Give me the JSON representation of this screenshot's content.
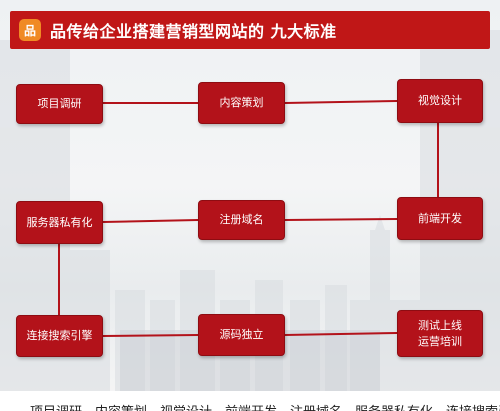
{
  "header": {
    "logo_text": "品",
    "title": "品传给企业搭建营销型网站的 九大标准"
  },
  "colors": {
    "header_bg": "#c01717",
    "node_bg": "#b3121a",
    "connector": "#b3121a",
    "logo_bg": "#f08a24"
  },
  "nodes": {
    "n1": "项目调研",
    "n2": "内容策划",
    "n3": "视觉设计",
    "n4": "前端开发",
    "n5": "注册域名",
    "n6": "服务器私有化",
    "n7": "连接搜索引擎",
    "n8": "源码独立",
    "n9_line1": "测试上线",
    "n9_line2": "运营培训"
  },
  "footer": {
    "text": "项目调研、内容策划、视觉设计、前端开发、注册域名、服务器私有化、连接搜索引擎、源码独立、测试上线运营培训"
  }
}
